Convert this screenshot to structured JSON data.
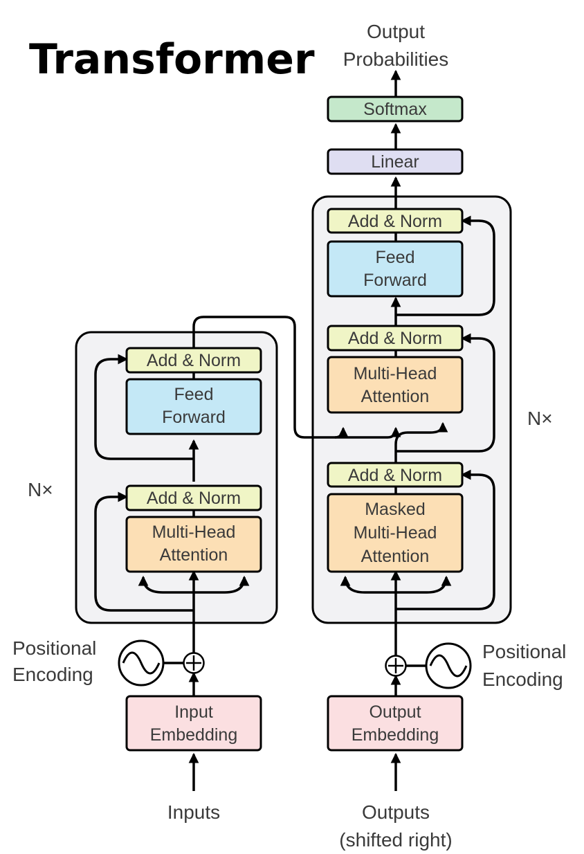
{
  "title": "Transformer",
  "colors": {
    "add_norm": "#f0f5c6",
    "feed_forward": "#c4e8f6",
    "attention": "#fcdfb5",
    "embedding": "#fbdfe1",
    "softmax": "#c5e8cb",
    "linear": "#dfdef2",
    "stack_bg": "#f2f2f4"
  },
  "encoder": {
    "repeat": "N×",
    "add_norm_top": "Add & Norm",
    "feed_forward": [
      "Feed",
      "Forward"
    ],
    "add_norm_bottom": "Add & Norm",
    "attention": [
      "Multi-Head",
      "Attention"
    ],
    "positional_encoding": [
      "Positional",
      "Encoding"
    ],
    "embedding": [
      "Input",
      "Embedding"
    ],
    "input_label": "Inputs"
  },
  "decoder": {
    "repeat": "N×",
    "add_norm_top": "Add & Norm",
    "feed_forward": [
      "Feed",
      "Forward"
    ],
    "add_norm_mid": "Add & Norm",
    "cross_attention": [
      "Multi-Head",
      "Attention"
    ],
    "add_norm_bottom": "Add & Norm",
    "masked_attention": [
      "Masked",
      "Multi-Head",
      "Attention"
    ],
    "positional_encoding": [
      "Positional",
      "Encoding"
    ],
    "embedding": [
      "Output",
      "Embedding"
    ],
    "input_label": [
      "Outputs",
      "(shifted right)"
    ]
  },
  "head": {
    "linear": "Linear",
    "softmax": "Softmax",
    "output_label": [
      "Output",
      "Probabilities"
    ]
  }
}
